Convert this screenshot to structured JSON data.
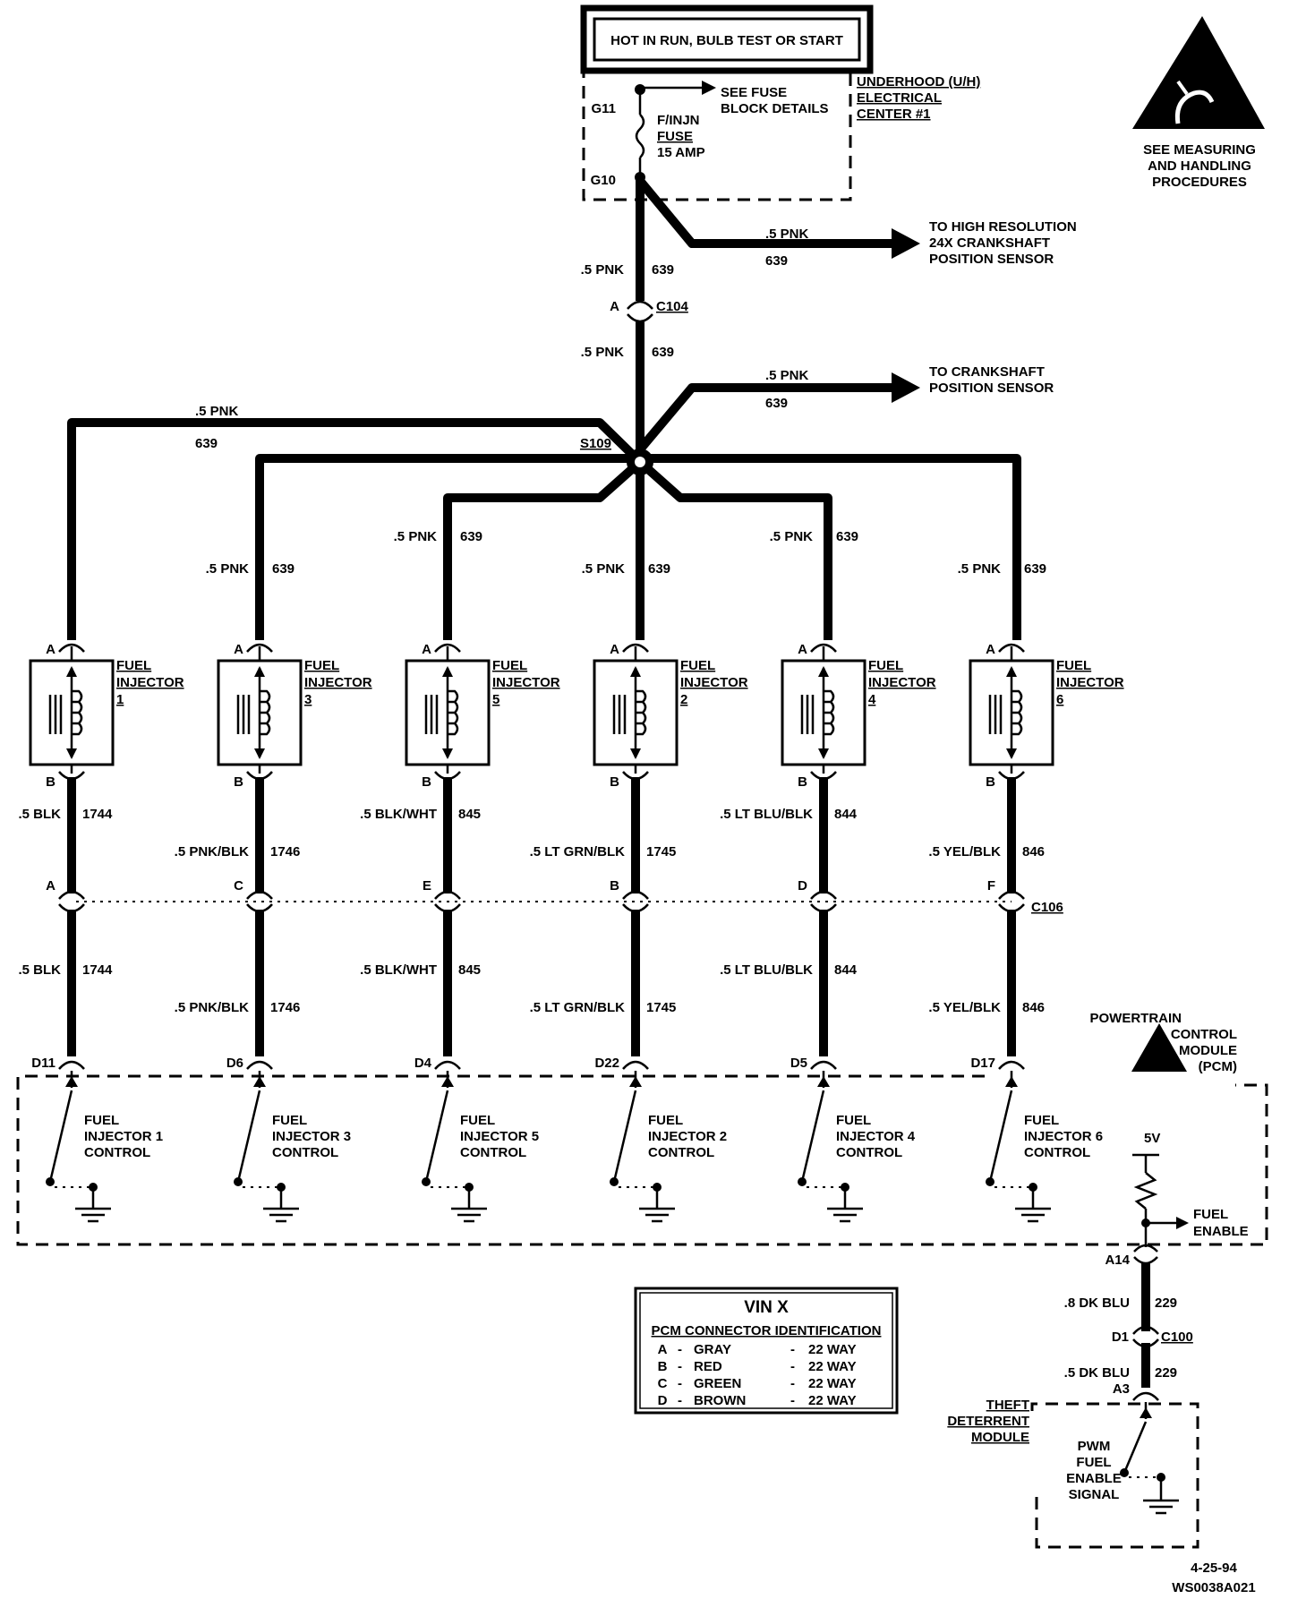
{
  "header": {
    "power_label": "HOT IN RUN, BULB TEST OR START"
  },
  "fuse_block": {
    "center_name": [
      "UNDERHOOD (U/H)",
      "ELECTRICAL",
      "CENTER #1"
    ],
    "see_fuse": [
      "SEE FUSE",
      "BLOCK DETAILS"
    ],
    "fuse_label": [
      "F/INJN",
      "FUSE",
      "15 AMP"
    ],
    "pin_top": "G11",
    "pin_bottom": "G10"
  },
  "esd_notice": [
    "SEE MEASURING",
    "AND HANDLING",
    "PROCEDURES"
  ],
  "branches": {
    "hi_res": {
      "wire": ".5 PNK",
      "circuit": "639",
      "dest": [
        "TO HIGH RESOLUTION",
        "24X CRANKSHAFT",
        "POSITION SENSOR"
      ]
    },
    "crank": {
      "wire": ".5 PNK",
      "circuit": "639",
      "dest": [
        "TO CRANKSHAFT",
        "POSITION SENSOR"
      ]
    }
  },
  "main_feed": {
    "wire": ".5 PNK",
    "circuit": "639",
    "connector": "C104",
    "connector_pin": "A",
    "splice": "S109"
  },
  "injectors": [
    {
      "name": [
        "FUEL",
        "INJECTOR",
        "1"
      ],
      "feed_wire": ".5 PNK",
      "feed_circuit": "639",
      "pin_a": "A",
      "pin_b": "B",
      "wire_upper": ".5 BLK",
      "circuit_upper": "1744",
      "c106_pin": "A",
      "wire_lower": ".5 BLK",
      "circuit_lower": "1744",
      "pcm_pin": "D11",
      "control": [
        "FUEL",
        "INJECTOR 1",
        "CONTROL"
      ]
    },
    {
      "name": [
        "FUEL",
        "INJECTOR",
        "3"
      ],
      "feed_wire": ".5 PNK",
      "feed_circuit": "639",
      "pin_a": "A",
      "pin_b": "B",
      "wire_upper": ".5 PNK/BLK",
      "circuit_upper": "1746",
      "c106_pin": "C",
      "wire_lower": ".5 PNK/BLK",
      "circuit_lower": "1746",
      "pcm_pin": "D6",
      "control": [
        "FUEL",
        "INJECTOR 3",
        "CONTROL"
      ]
    },
    {
      "name": [
        "FUEL",
        "INJECTOR",
        "5"
      ],
      "feed_wire": ".5 PNK",
      "feed_circuit": "639",
      "pin_a": "A",
      "pin_b": "B",
      "wire_upper": ".5 BLK/WHT",
      "circuit_upper": "845",
      "c106_pin": "E",
      "wire_lower": ".5 BLK/WHT",
      "circuit_lower": "845",
      "pcm_pin": "D4",
      "control": [
        "FUEL",
        "INJECTOR 5",
        "CONTROL"
      ]
    },
    {
      "name": [
        "FUEL",
        "INJECTOR",
        "2"
      ],
      "feed_wire": ".5 PNK",
      "feed_circuit": "639",
      "pin_a": "A",
      "pin_b": "B",
      "wire_upper": ".5 LT GRN/BLK",
      "circuit_upper": "1745",
      "c106_pin": "B",
      "wire_lower": ".5 LT GRN/BLK",
      "circuit_lower": "1745",
      "pcm_pin": "D22",
      "control": [
        "FUEL",
        "INJECTOR 2",
        "CONTROL"
      ]
    },
    {
      "name": [
        "FUEL",
        "INJECTOR",
        "4"
      ],
      "feed_wire": ".5 PNK",
      "feed_circuit": "639",
      "pin_a": "A",
      "pin_b": "B",
      "wire_upper": ".5 LT BLU/BLK",
      "circuit_upper": "844",
      "c106_pin": "D",
      "wire_lower": ".5 LT BLU/BLK",
      "circuit_lower": "844",
      "pcm_pin": "D5",
      "control": [
        "FUEL",
        "INJECTOR 4",
        "CONTROL"
      ]
    },
    {
      "name": [
        "FUEL",
        "INJECTOR",
        "6"
      ],
      "feed_wire": ".5 PNK",
      "feed_circuit": "639",
      "pin_a": "A",
      "pin_b": "B",
      "wire_upper": ".5 YEL/BLK",
      "circuit_upper": "846",
      "c106_pin": "F",
      "wire_lower": ".5 YEL/BLK",
      "circuit_lower": "846",
      "pcm_pin": "D17",
      "control": [
        "FUEL",
        "INJECTOR 6",
        "CONTROL"
      ]
    }
  ],
  "c106": "C106",
  "pcm": {
    "name": [
      "POWERTRAIN",
      "CONTROL",
      "MODULE",
      "(PCM)"
    ],
    "voltage": "5V",
    "fuel_enable": [
      "FUEL",
      "ENABLE"
    ],
    "pin_a14": "A14"
  },
  "theft": {
    "wire_upper": ".8 DK BLU",
    "circuit_upper": "229",
    "connector": "C100",
    "connector_pin": "D1",
    "wire_lower": ".5 DK BLU",
    "circuit_lower": "229",
    "pin": "A3",
    "module_name": [
      "THEFT",
      "DETERRENT",
      "MODULE"
    ],
    "signal": [
      "PWM",
      "FUEL",
      "ENABLE",
      "SIGNAL"
    ]
  },
  "vin_table": {
    "title": "VIN X",
    "subtitle": "PCM CONNECTOR IDENTIFICATION",
    "rows": [
      {
        "letter": "A",
        "color": "GRAY",
        "ways": "22 WAY"
      },
      {
        "letter": "B",
        "color": "RED",
        "ways": "22 WAY"
      },
      {
        "letter": "C",
        "color": "GREEN",
        "ways": "22 WAY"
      },
      {
        "letter": "D",
        "color": "BROWN",
        "ways": "22 WAY"
      }
    ]
  },
  "footer": {
    "date": "4-25-94",
    "code": "WS0038A021"
  }
}
